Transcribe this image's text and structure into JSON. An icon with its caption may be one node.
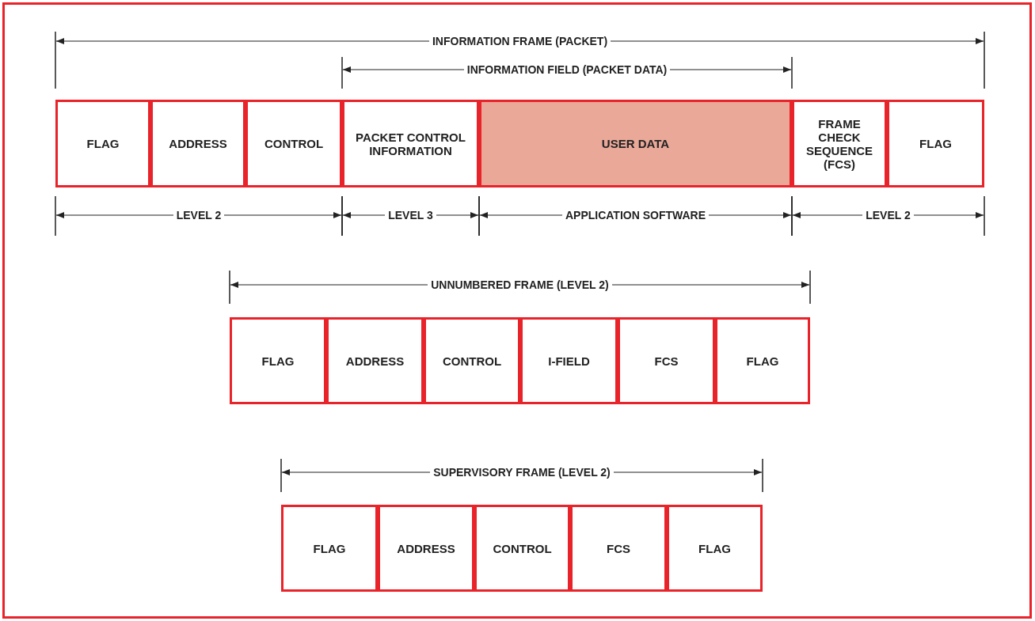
{
  "diagram": {
    "nodes": [
      {
        "text": [
          "FLAG"
        ]
      },
      {
        "text": [
          "ADDRESS"
        ]
      },
      {
        "text": [
          "CONTROL"
        ]
      },
      {
        "text": [
          "PACKET CONTROL INFORMATION"
        ]
      },
      {
        "text": [
          "USER DATA"
        ]
      },
      {
        "text": [
          "FRAME CHECK SEQUENCE (FCS)"
        ]
      },
      {
        "text": [
          "FLAG"
        ]
      },
      {
        "text": [
          "FLAG"
        ]
      },
      {
        "text": [
          "ADDRESS"
        ]
      },
      {
        "text": [
          "CONTROL"
        ]
      },
      {
        "text": [
          "I-FIELD"
        ]
      },
      {
        "text": [
          "FCS"
        ]
      },
      {
        "text": [
          "FLAG"
        ]
      },
      {
        "text": [
          "FLAG"
        ]
      },
      {
        "text": [
          "ADDRESS"
        ]
      },
      {
        "text": [
          "CONTROL"
        ]
      },
      {
        "text": [
          "FCS"
        ]
      },
      {
        "text": [
          "FLAG"
        ]
      }
    ],
    "labels": [
      "INFORMATION FRAME (PACKET)",
      "INFORMATION FIELD (PACKET DATA)",
      "LEVEL 2",
      "LEVEL 3",
      "APPLICATION SOFTWARE",
      "LEVEL 2",
      "UNNUMBERED FRAME (LEVEL 2)",
      "SUPERVISORY FRAME (LEVEL 2)"
    ]
  }
}
